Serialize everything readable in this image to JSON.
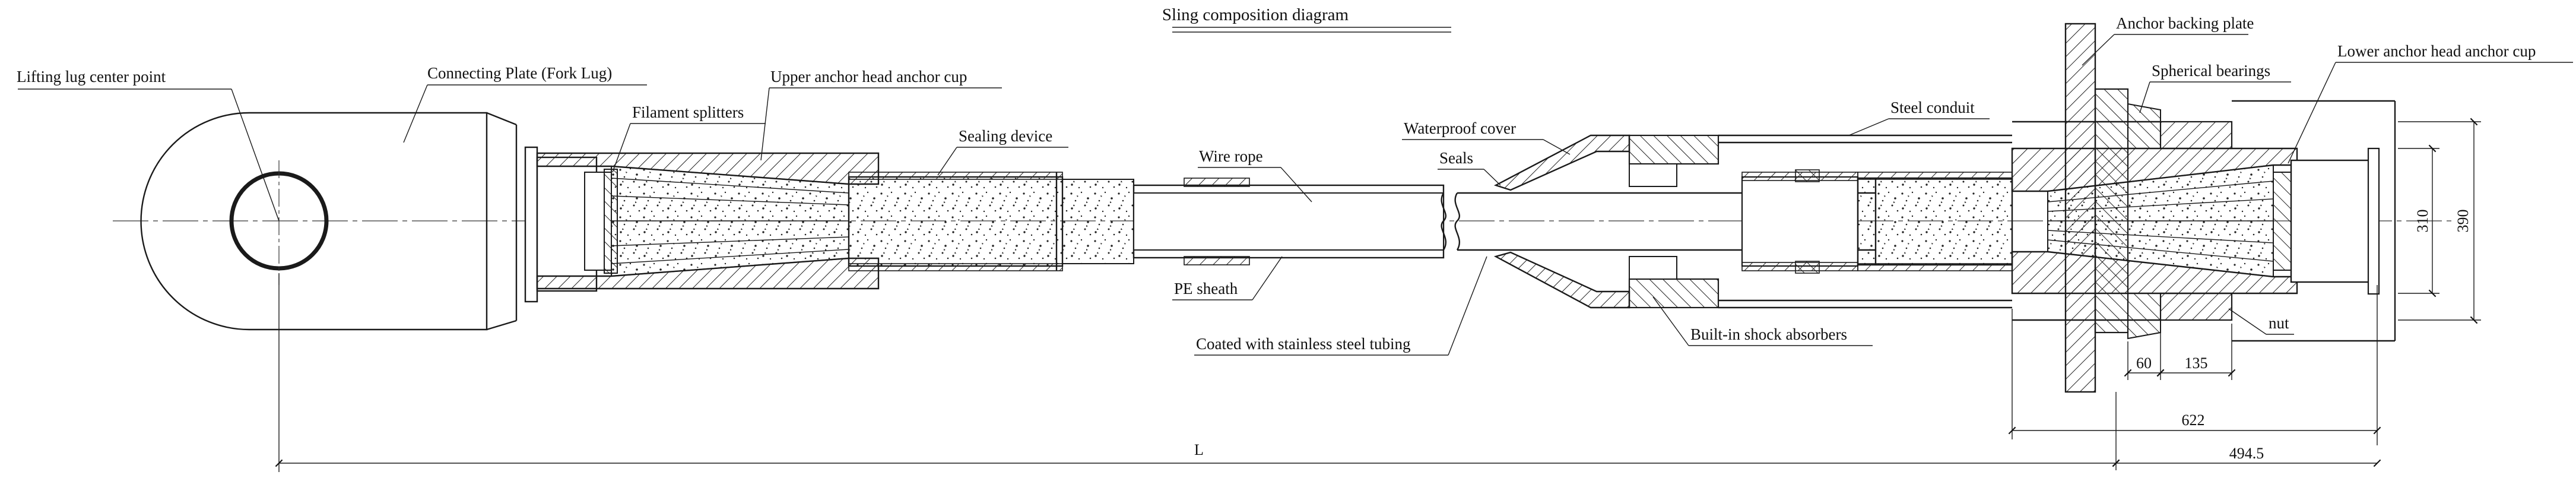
{
  "title": "Sling composition diagram",
  "labels": {
    "lifting_lug_center": "Lifting lug center point",
    "connecting_plate": "Connecting Plate (Fork Lug)",
    "filament_splitters": "Filament splitters",
    "upper_anchor_cup": "Upper anchor head anchor cup",
    "sealing_device": "Sealing device",
    "wire_rope": "Wire rope",
    "pe_sheath": "PE sheath",
    "waterproof_cover": "Waterproof cover",
    "seals": "Seals",
    "coated_tubing": "Coated with stainless steel tubing",
    "built_in_shock": "Built-in shock absorbers",
    "steel_conduit": "Steel conduit",
    "anchor_backing_plate": "Anchor backing plate",
    "spherical_bearings": "Spherical bearings",
    "lower_anchor_cup": "Lower anchor head anchor cup",
    "nut": "nut"
  },
  "dimensions": {
    "d310": "310",
    "d390": "390",
    "d60": "60",
    "d135": "135",
    "d622": "622",
    "d494": "494.5",
    "L": "L"
  }
}
